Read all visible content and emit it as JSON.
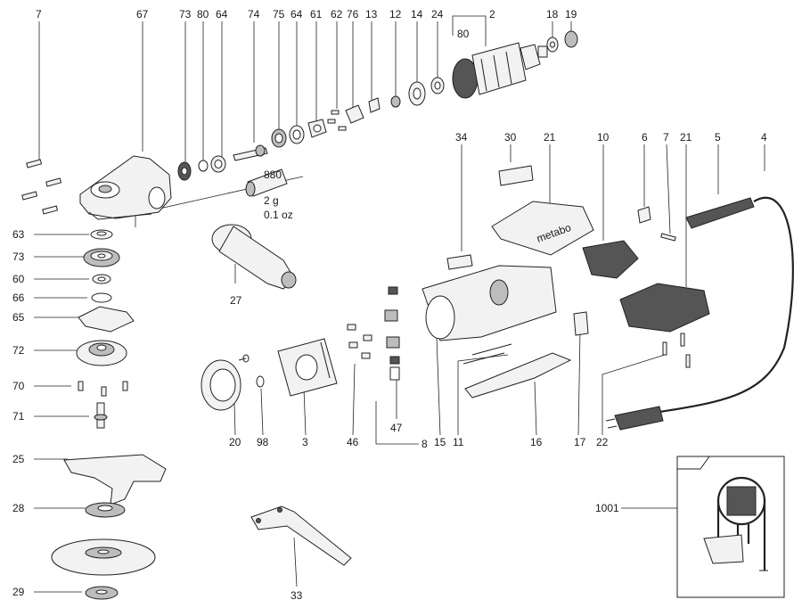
{
  "part_labels": {
    "p7a": "7",
    "p67": "67",
    "p73a": "73",
    "p80a": "80",
    "p64a": "64",
    "p74": "74",
    "p75": "75",
    "p64b": "64",
    "p61": "61",
    "p62": "62",
    "p76": "76",
    "p13": "13",
    "p12": "12",
    "p14": "14",
    "p24": "24",
    "p2": "2",
    "p80b": "80",
    "p18": "18",
    "p19": "19",
    "p34": "34",
    "p30": "30",
    "p21a": "21",
    "p10": "10",
    "p6": "6",
    "p7b": "7",
    "p21b": "21",
    "p5": "5",
    "p4": "4",
    "p63": "63",
    "p73b": "73",
    "p60": "60",
    "p66": "66",
    "p65": "65",
    "p72": "72",
    "p70": "70",
    "p71": "71",
    "p25": "25",
    "p28": "28",
    "p29": "29",
    "p27": "27",
    "p20": "20",
    "p98": "98",
    "p3": "3",
    "p46": "46",
    "p47": "47",
    "p8": "8",
    "p15": "15",
    "p11": "11",
    "p16": "16",
    "p17": "17",
    "p22": "22",
    "p1001": "1001",
    "p33": "33",
    "p880": "880"
  },
  "grease_note": {
    "mass_g": "2 g",
    "mass_oz": "0.1 oz"
  },
  "brand_mark": "metabo"
}
